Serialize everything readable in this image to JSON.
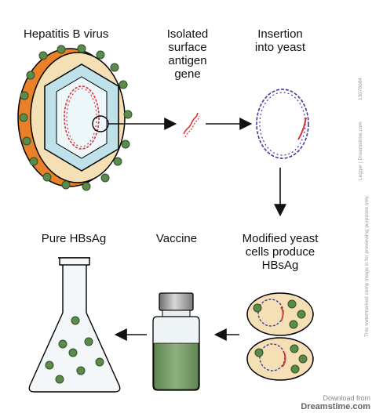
{
  "labels": {
    "virus": "Hepatitis B virus",
    "gene_line1": "Isolated",
    "gene_line2": "surface",
    "gene_line3": "antigen",
    "gene_line4": "gene",
    "yeast_line1": "Insertion",
    "yeast_line2": "into yeast",
    "modified_line1": "Modified yeast",
    "modified_line2": "cells produce",
    "modified_line3": "HBsAg",
    "vaccine": "Vaccine",
    "pure": "Pure HBsAg"
  },
  "sidebar": {
    "id": "13078684",
    "credit": "Legger | Dreamstime.com",
    "note": "This watermarked comp image is for previewing purposes only."
  },
  "watermark": {
    "line1": "Download from",
    "line2": "Dreamstime.com"
  },
  "colors": {
    "virus_outer": "#e8812a",
    "virus_body": "#f5dfb4",
    "hexagon": "#bfe1ea",
    "core": "#eef7fa",
    "dna_red": "#d8333a",
    "dna_blue": "#3a3a9a",
    "particle_green": "#5b8a4d",
    "liquid_green": "#7da06b",
    "cap_gray": "#8a8a8a"
  }
}
